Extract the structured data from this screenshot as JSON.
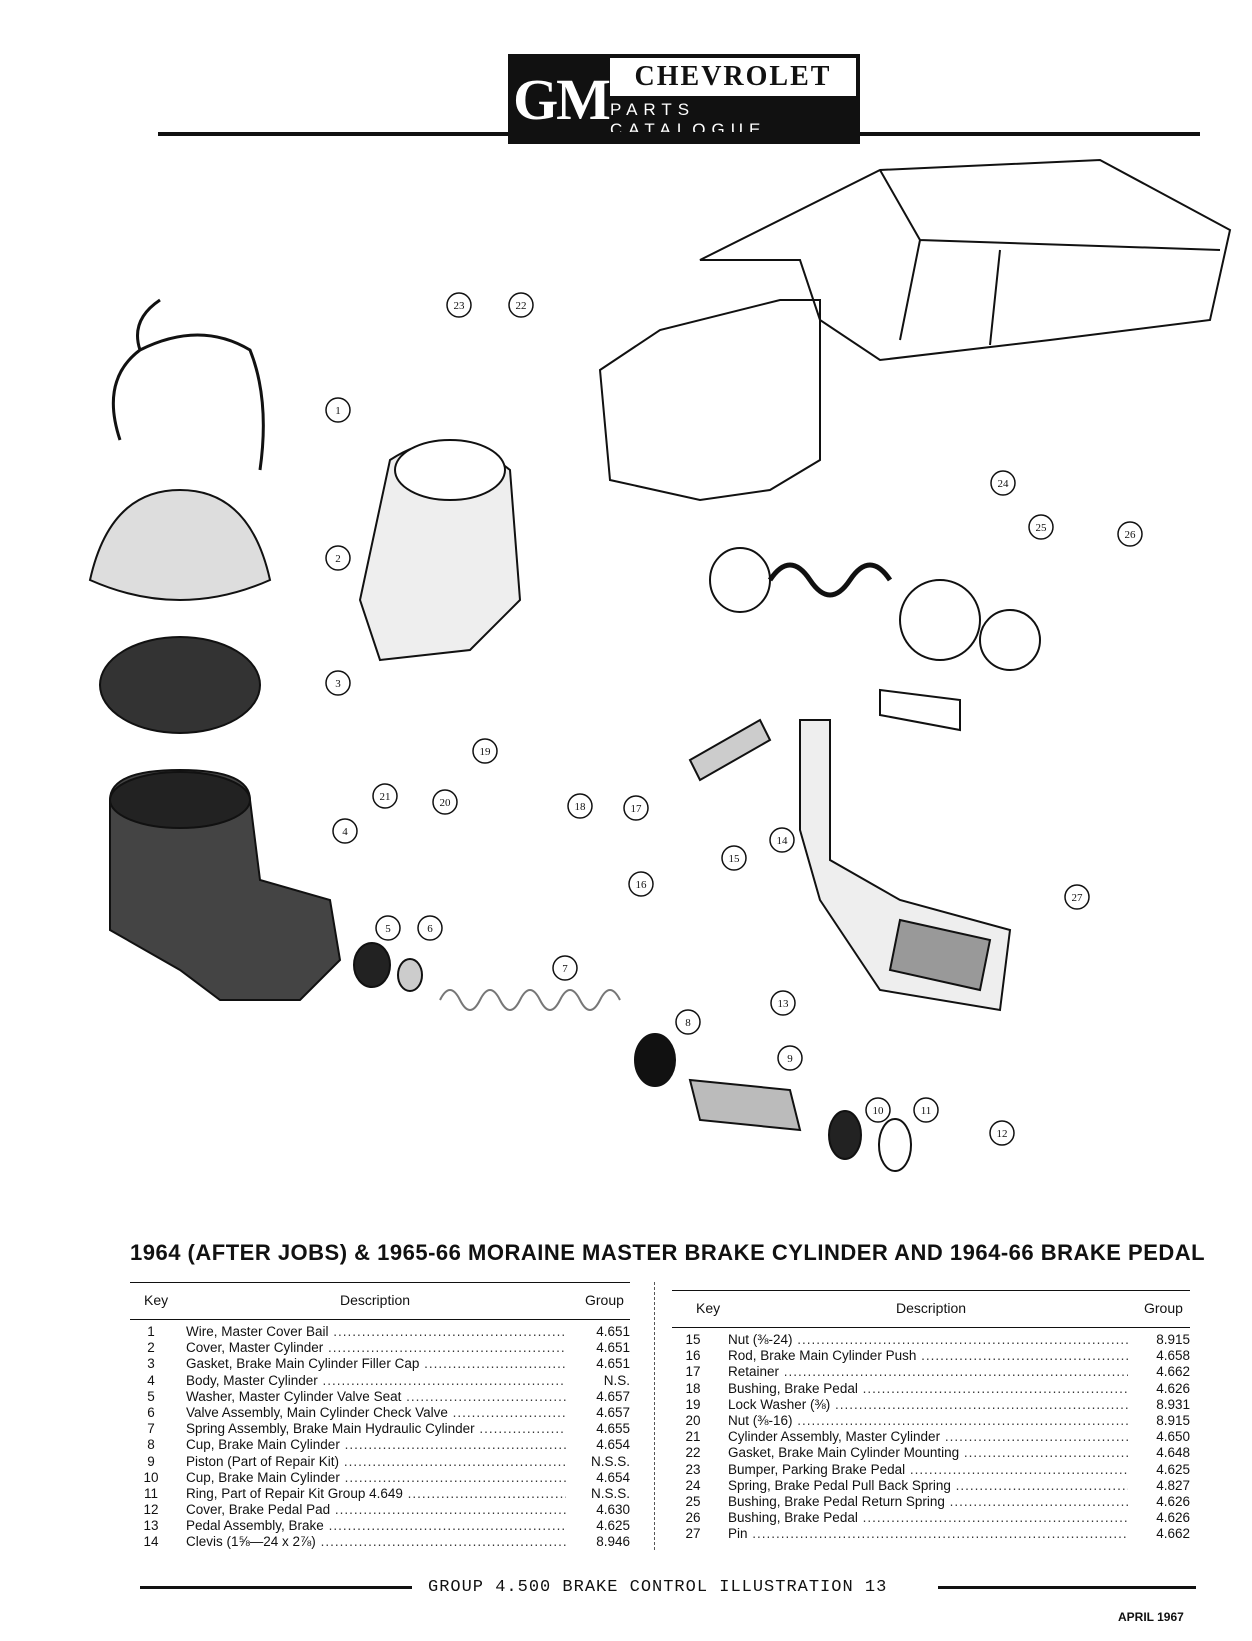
{
  "header": {
    "logo": "GM",
    "brand": "CHEVROLET",
    "subtitle": "PARTS CATALOGUE"
  },
  "title": "1964 (AFTER JOBS) & 1965-66 MORAINE MASTER BRAKE CYLINDER AND 1964-66 BRAKE PEDAL",
  "table_headers": {
    "key": "Key",
    "description": "Description",
    "group": "Group"
  },
  "parts_left": [
    {
      "key": "1",
      "description": "Wire, Master Cover Bail",
      "group": "4.651"
    },
    {
      "key": "2",
      "description": "Cover, Master Cylinder",
      "group": "4.651"
    },
    {
      "key": "3",
      "description": "Gasket, Brake Main Cylinder Filler Cap",
      "group": "4.651"
    },
    {
      "key": "4",
      "description": "Body, Master Cylinder",
      "group": "N.S."
    },
    {
      "key": "5",
      "description": "Washer, Master Cylinder Valve Seat",
      "group": "4.657"
    },
    {
      "key": "6",
      "description": "Valve Assembly, Main Cylinder Check Valve",
      "group": "4.657"
    },
    {
      "key": "7",
      "description": "Spring Assembly, Brake Main Hydraulic Cylinder",
      "group": "4.655"
    },
    {
      "key": "8",
      "description": "Cup, Brake Main Cylinder",
      "group": "4.654"
    },
    {
      "key": "9",
      "description": "Piston (Part of Repair Kit)",
      "group": "N.S.S."
    },
    {
      "key": "10",
      "description": "Cup, Brake Main Cylinder",
      "group": "4.654"
    },
    {
      "key": "11",
      "description": "Ring, Part of Repair Kit Group 4.649",
      "group": "N.S.S."
    },
    {
      "key": "12",
      "description": "Cover, Brake Pedal Pad",
      "group": "4.630"
    },
    {
      "key": "13",
      "description": "Pedal Assembly, Brake",
      "group": "4.625"
    },
    {
      "key": "14",
      "description": "Clevis (1⅝—24 x 2⅞)",
      "group": "8.946"
    }
  ],
  "parts_right": [
    {
      "key": "15",
      "description": "Nut (⅜-24)",
      "group": "8.915"
    },
    {
      "key": "16",
      "description": "Rod, Brake Main Cylinder Push",
      "group": "4.658"
    },
    {
      "key": "17",
      "description": "Retainer",
      "group": "4.662"
    },
    {
      "key": "18",
      "description": "Bushing, Brake Pedal",
      "group": "4.626"
    },
    {
      "key": "19",
      "description": "Lock Washer (⅜)",
      "group": "8.931"
    },
    {
      "key": "20",
      "description": "Nut (⅜-16)",
      "group": "8.915"
    },
    {
      "key": "21",
      "description": "Cylinder Assembly, Master Cylinder",
      "group": "4.650"
    },
    {
      "key": "22",
      "description": "Gasket, Brake Main Cylinder Mounting",
      "group": "4.648"
    },
    {
      "key": "23",
      "description": "Bumper, Parking Brake Pedal",
      "group": "4.625"
    },
    {
      "key": "24",
      "description": "Spring, Brake Pedal Pull Back Spring",
      "group": "4.827"
    },
    {
      "key": "25",
      "description": "Bushing, Brake Pedal Return Spring",
      "group": "4.626"
    },
    {
      "key": "26",
      "description": "Bushing, Brake Pedal",
      "group": "4.626"
    },
    {
      "key": "27",
      "description": "Pin",
      "group": "4.662"
    }
  ],
  "callouts": [
    "1",
    "2",
    "3",
    "4",
    "5",
    "6",
    "7",
    "8",
    "9",
    "10",
    "11",
    "12",
    "13",
    "14",
    "15",
    "16",
    "17",
    "18",
    "19",
    "20",
    "21",
    "22",
    "23",
    "24",
    "25",
    "26",
    "27"
  ],
  "footer": "GROUP 4.500 BRAKE CONTROL ILLUSTRATION 13",
  "date": "APRIL 1967"
}
